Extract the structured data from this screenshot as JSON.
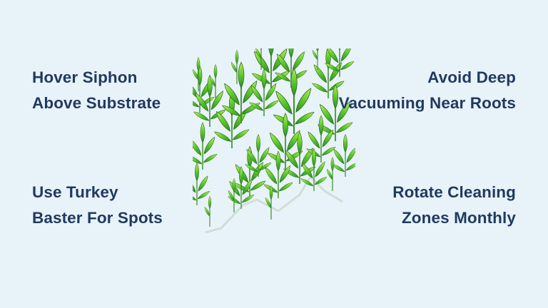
{
  "colors": {
    "background": "#e8f2f9",
    "text": "#1f3a5f",
    "plant_light": "#8fe03a",
    "plant_mid": "#4cbf2a",
    "plant_dark": "#2a8a22"
  },
  "tips": {
    "top_left": {
      "line1": "Hover Siphon",
      "line2": "Above Substrate"
    },
    "top_right": {
      "line1": "Avoid Deep",
      "line2": "Vacuuming Near Roots"
    },
    "bottom_left": {
      "line1": "Use Turkey",
      "line2": "Baster For Spots"
    },
    "bottom_right": {
      "line1": "Rotate Cleaning",
      "line2": "Zones Monthly"
    }
  },
  "image": {
    "subject": "carpet-aquarium-plants-with-runners"
  }
}
